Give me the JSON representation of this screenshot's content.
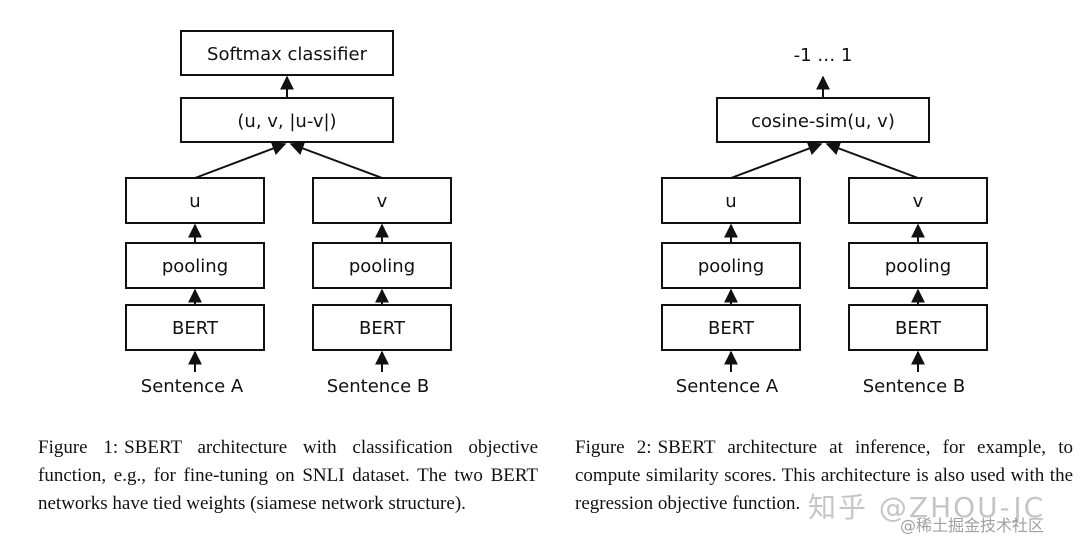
{
  "figure1": {
    "top": "Softmax classifier",
    "concat": "(u, v, |u-v|)",
    "left": {
      "embedding": "u",
      "pooling": "pooling",
      "encoder": "BERT",
      "input": "Sentence A"
    },
    "right": {
      "embedding": "v",
      "pooling": "pooling",
      "encoder": "BERT",
      "input": "Sentence B"
    },
    "caption_label": "Figure 1:",
    "caption_text": "SBERT architecture with classification objective function, e.g., for fine-tuning on SNLI dataset. The two BERT networks have tied weights (siamese network structure)."
  },
  "figure2": {
    "output": "-1 … 1",
    "similarity": "cosine-sim(u, v)",
    "left": {
      "embedding": "u",
      "pooling": "pooling",
      "encoder": "BERT",
      "input": "Sentence A"
    },
    "right": {
      "embedding": "v",
      "pooling": "pooling",
      "encoder": "BERT",
      "input": "Sentence B"
    },
    "caption_label": "Figure 2:",
    "caption_text": "SBERT architecture at inference, for example, to compute similarity scores. This architecture is also used with the regression objective function."
  },
  "watermark": {
    "logo": "知乎 @ZHOU-JC",
    "site": "@稀土掘金技术社区"
  }
}
